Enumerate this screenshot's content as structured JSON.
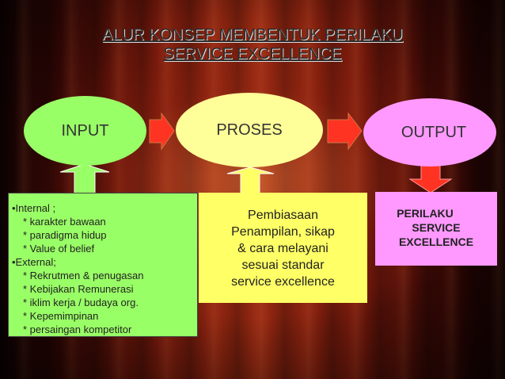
{
  "title": {
    "line1": "ALUR KONSEP MEMBENTUK PERILAKU",
    "line2": "SERVICE  EXCELLENCE"
  },
  "nodes": {
    "input": "INPUT",
    "proses": "PROSES",
    "output": "OUTPUT"
  },
  "input_box": {
    "lines": [
      {
        "text": "•Internal ;",
        "indent": false
      },
      {
        "text": "* karakter  bawaan",
        "indent": true
      },
      {
        "text": "* paradigma hidup",
        "indent": true
      },
      {
        "text": "* Value of belief",
        "indent": true
      },
      {
        "text": "•External;",
        "indent": false
      },
      {
        "text": "* Rekrutmen & penugasan",
        "indent": true
      },
      {
        "text": "* Kebijakan Remunerasi",
        "indent": true
      },
      {
        "text": "* iklim kerja / budaya org.",
        "indent": true
      },
      {
        "text": "* Kepemimpinan",
        "indent": true
      },
      {
        "text": "* persaingan kompetitor",
        "indent": true
      }
    ]
  },
  "proses_box": {
    "lines": [
      "Pembiasaan",
      "Penampilan, sikap",
      "& cara melayani",
      "sesuai standar",
      "service excellence"
    ]
  },
  "output_box": {
    "line1": "PERILAKU",
    "line2": "SERVICE",
    "line3": "EXCELLENCE"
  },
  "colors": {
    "input_fill": "#99ff66",
    "proses_fill": "#ffff99",
    "proses_box_fill": "#ffff66",
    "output_fill": "#ff99ff",
    "arrow_right": "#ff3333",
    "arrow_down": "#ff3333"
  }
}
